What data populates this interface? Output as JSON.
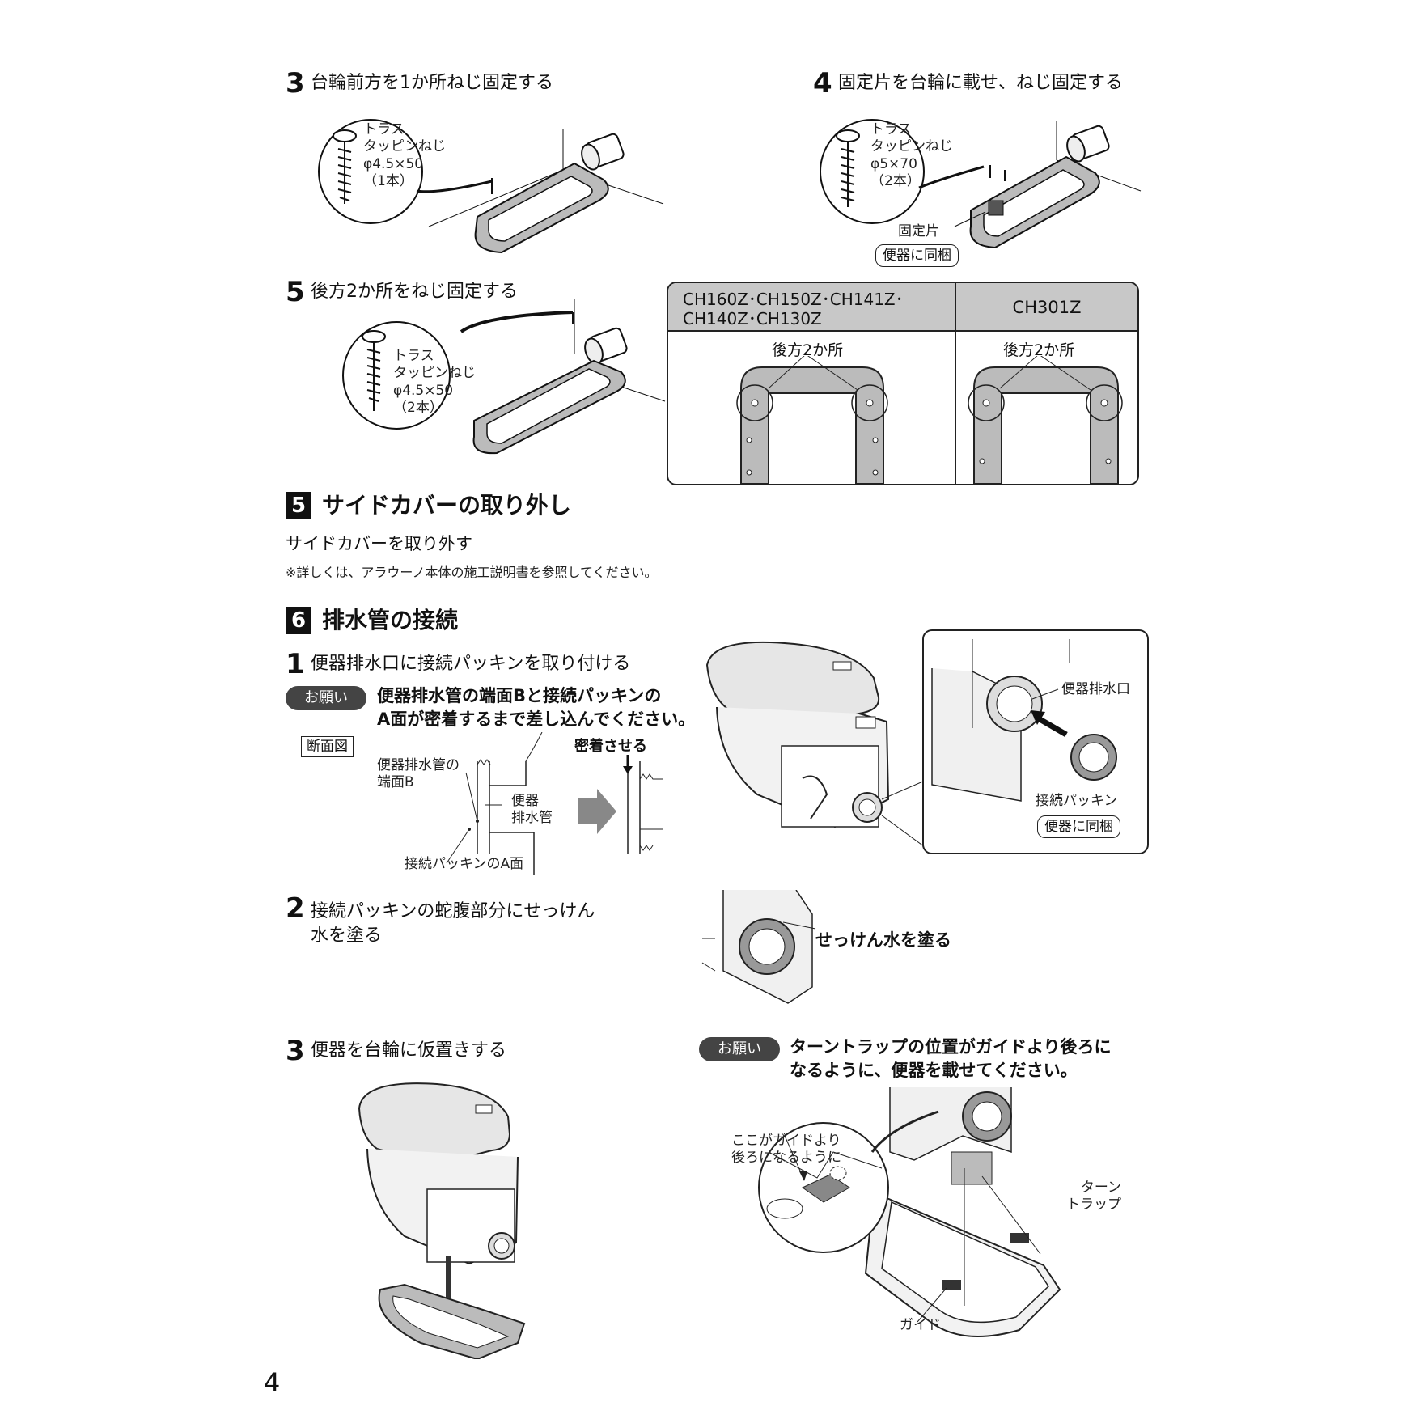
{
  "step3": {
    "num": "3",
    "text": "台輪前方を1か所ねじ固定する"
  },
  "step3_screw": {
    "l1": "トラス",
    "l2": "タッピンねじ",
    "l3": "φ4.5×50",
    "l4": "（1本）"
  },
  "step4": {
    "num": "4",
    "text": "固定片を台輪に載せ、ねじ固定する"
  },
  "step4_screw": {
    "l1": "トラス",
    "l2": "タッピンねじ",
    "l3": "φ5×70",
    "l4": "（2本）"
  },
  "step4_labels": {
    "piece": "固定片",
    "bundled": "便器に同梱"
  },
  "step5": {
    "num": "5",
    "text": "後方2か所をねじ固定する"
  },
  "step5_screw": {
    "l1": "トラス",
    "l2": "タッピンねじ",
    "l3": "φ4.5×50",
    "l4": "（2本）"
  },
  "model_table": {
    "col1_line1": "CH160Z･CH150Z･CH141Z･",
    "col1_line2": "CH140Z･CH130Z",
    "col2": "CH301Z",
    "callout": "後方2か所"
  },
  "section5": {
    "num": "5",
    "title": "サイドカバーの取り外し",
    "body": "サイドカバーを取り外す",
    "note": "※詳しくは、アラウーノ本体の施工説明書を参照してください。"
  },
  "section6": {
    "num": "6",
    "title": "排水管の接続"
  },
  "s6_step1": {
    "num": "1",
    "text": "便器排水口に接続パッキンを取り付ける"
  },
  "onegai1": {
    "badge": "お願い",
    "line1": "便器排水管の端面Bと接続パッキンの",
    "line2": "A面が密着するまで差し込んでください。"
  },
  "cross_section": {
    "label": "断面図",
    "end_b_l1": "便器排水管の",
    "end_b_l2": "端面B",
    "pipe_l1": "便器",
    "pipe_l2": "排水管",
    "face_a": "接続パッキンのA面",
    "seal": "密着させる"
  },
  "detail1": {
    "outlet": "便器排水口",
    "packing": "接続パッキン",
    "bundled": "便器に同梱"
  },
  "s6_step2": {
    "num": "2",
    "line1": "接続パッキンの蛇腹部分にせっけん",
    "line2": "水を塗る"
  },
  "soap_label": "せっけん水を塗る",
  "s6_step3": {
    "num": "3",
    "text": "便器を台輪に仮置きする"
  },
  "onegai2": {
    "badge": "お願い",
    "line1": "ターントラップの位置がガイドより後ろに",
    "line2": "なるように、便器を載せてください。"
  },
  "guide_fig": {
    "behind_l1": "ここがガイドより",
    "behind_l2": "後ろになるように",
    "trap_l1": "ターン",
    "trap_l2": "トラップ",
    "guide": "ガイド"
  },
  "page_number": "4"
}
